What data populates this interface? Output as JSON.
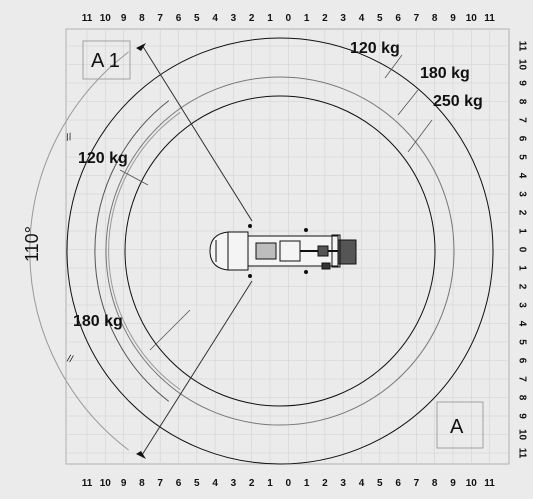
{
  "scale_top": [
    "11",
    "10",
    "9",
    "8",
    "7",
    "6",
    "5",
    "4",
    "3",
    "2",
    "1",
    "0",
    "1",
    "2",
    "3",
    "4",
    "5",
    "6",
    "7",
    "8",
    "9",
    "10",
    "11"
  ],
  "scale_bottom": [
    "11",
    "10",
    "9",
    "8",
    "7",
    "6",
    "5",
    "4",
    "3",
    "2",
    "1",
    "0",
    "1",
    "2",
    "3",
    "4",
    "5",
    "6",
    "7",
    "8",
    "9",
    "10",
    "11"
  ],
  "scale_right": [
    "11",
    "10",
    "9",
    "8",
    "7",
    "6",
    "5",
    "4",
    "3",
    "2",
    "1",
    "0",
    "1",
    "2",
    "3",
    "4",
    "5",
    "6",
    "7",
    "8",
    "9",
    "10",
    "11"
  ],
  "labels": {
    "zone_a1": "A 1",
    "zone_a": "A",
    "angle": "110°",
    "right_120": "120 kg",
    "right_180": "180 kg",
    "right_250": "250 kg",
    "left_120": "120 kg",
    "left_180": "180 kg",
    "marker_upper": "//",
    "marker_lower": "//"
  },
  "colors": {
    "background": "#ebebeb",
    "line": "#111111",
    "grid": "#c8c8c8",
    "box": "#a0a0a0"
  }
}
